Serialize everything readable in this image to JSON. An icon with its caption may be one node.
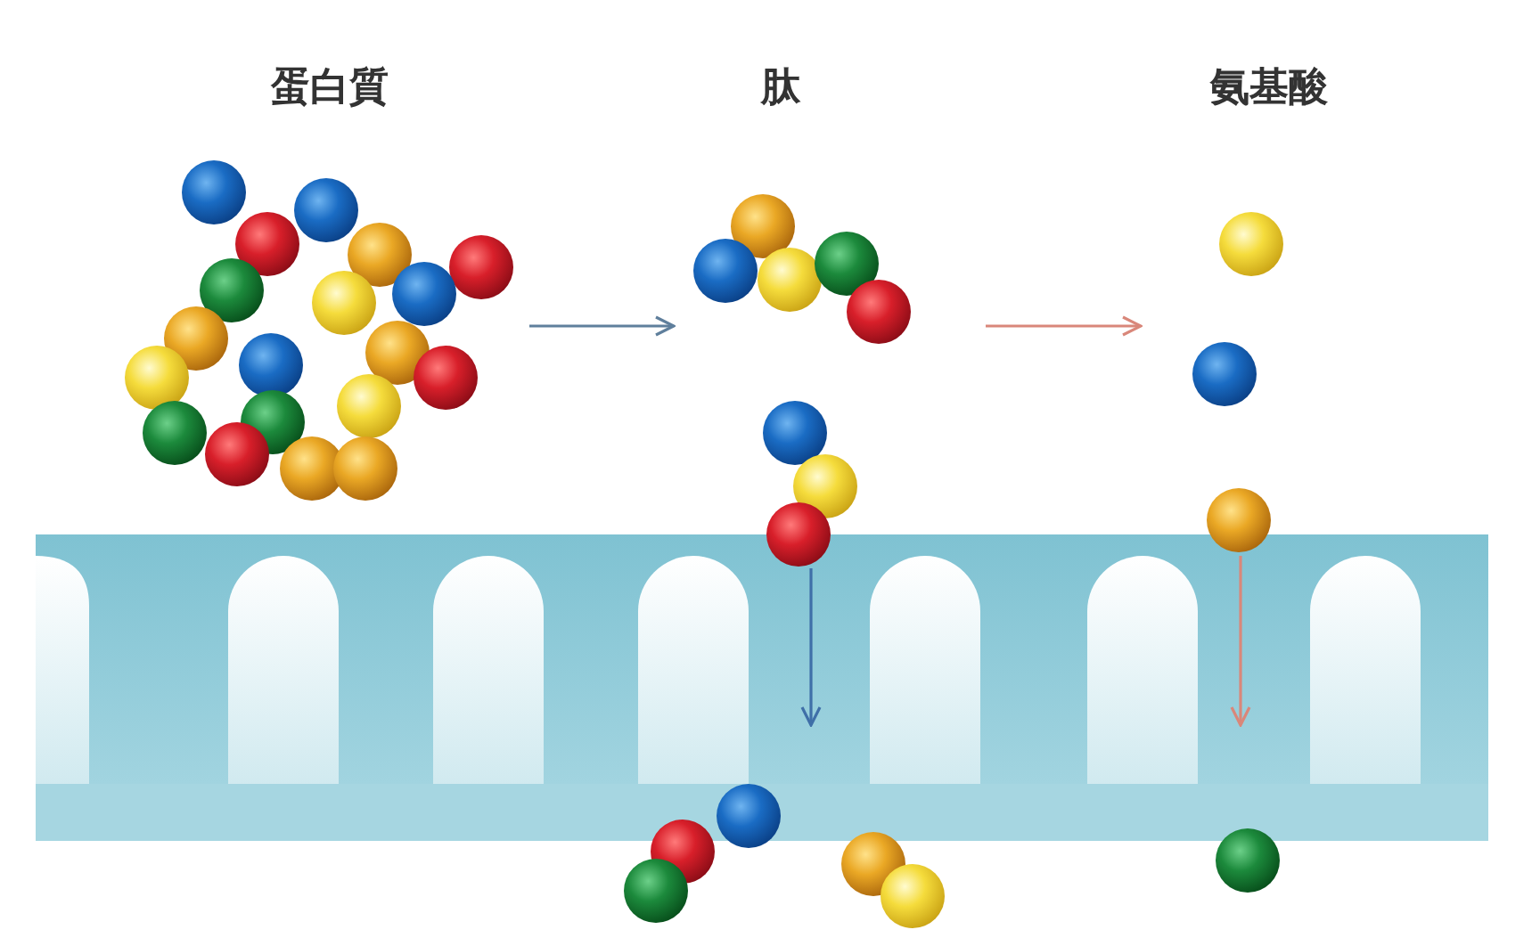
{
  "diagram": {
    "nodes": [
      {
        "text": [
          "蛋白質"
        ]
      },
      {
        "text": [
          "肽"
        ]
      },
      {
        "text": [
          "氨基酸"
        ]
      },
      {
        "text": [],
        "shape": "picture"
      },
      {
        "text": [],
        "shape": "picture"
      },
      {
        "text": [],
        "shape": "picture"
      },
      {
        "text": [],
        "shape": "picture"
      }
    ],
    "edges": [
      {
        "from": 0,
        "to": 1,
        "arrow": "to",
        "color": "#5f7f9c"
      },
      {
        "from": 1,
        "to": 2,
        "arrow": "to",
        "color": "#d9877a"
      },
      {
        "from": 3,
        "to": 4,
        "arrow": "to",
        "color": "#3f6fa8"
      },
      {
        "from": 5,
        "to": 6,
        "arrow": "to",
        "color": "#d9877a"
      }
    ]
  }
}
